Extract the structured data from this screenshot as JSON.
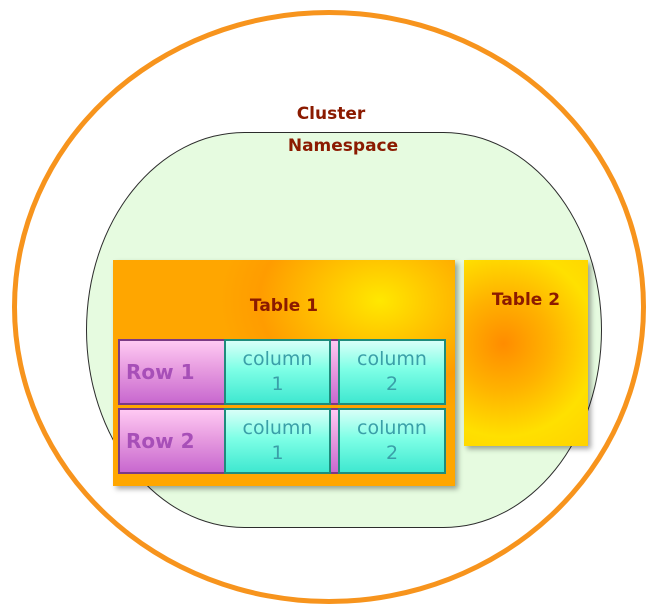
{
  "cluster": {
    "label": "Cluster"
  },
  "namespace": {
    "label": "Namespace"
  },
  "table1": {
    "title": "Table 1",
    "rows": [
      {
        "label": "Row 1",
        "cells": [
          {
            "name": "column",
            "num": "1"
          },
          {
            "name": "column",
            "num": "2"
          }
        ]
      },
      {
        "label": "Row 2",
        "cells": [
          {
            "name": "column",
            "num": "1"
          },
          {
            "name": "column",
            "num": "2"
          }
        ]
      }
    ]
  },
  "table2": {
    "title": "Table 2"
  },
  "colors": {
    "cluster_border": "#f7941d",
    "label_text": "#8b1a00",
    "namespace_fill": "#e6fbe0",
    "table_fill": "#ffc400",
    "row_fill": "#e79ce0",
    "cell_fill": "#7fffe6"
  }
}
